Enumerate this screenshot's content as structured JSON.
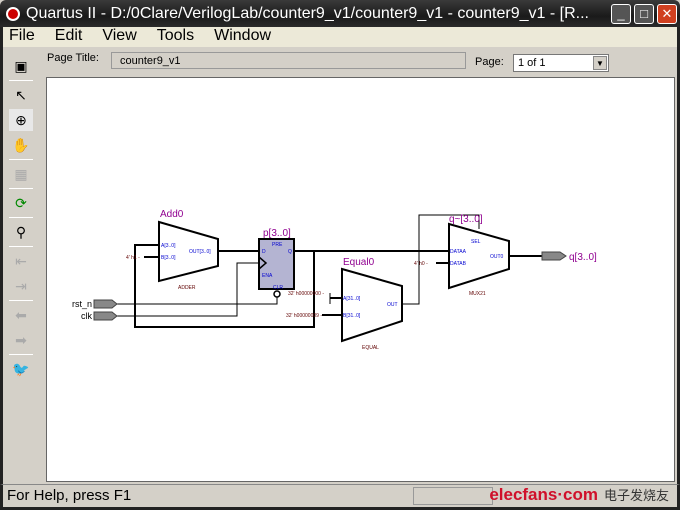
{
  "window": {
    "title": "Quartus II - D:/0Clare/VerilogLab/counter9_v1/counter9_v1 - counter9_v1 - [R...",
    "minimize": "_",
    "maximize": "□",
    "close": "✕"
  },
  "menu": [
    "File",
    "Edit",
    "View",
    "Tools",
    "Window"
  ],
  "toolbar": [
    "viewer-icon",
    "select-pointer-icon",
    "zoom-icon",
    "hand-pan-icon",
    "grid-icon",
    "refresh-icon",
    "binoculars-find-icon",
    "page-back-icon",
    "page-forward-icon",
    "back-icon",
    "forward-icon",
    "parrot-icon"
  ],
  "page": {
    "title_label": "Page Title:",
    "title_value": "counter9_v1",
    "page_label": "Page:",
    "page_value": "1 of 1"
  },
  "schematic": {
    "add0": {
      "name": "Add0",
      "type": "ADDER",
      "a": "A[3..0]",
      "b": "B[3..0]",
      "out": "OUT[3..0]",
      "const": "4' h1 -"
    },
    "reg": {
      "name": "p[3..0]",
      "pre": "PRE",
      "d": "D",
      "q": "Q",
      "ena": "ENA",
      "clr": "CLR"
    },
    "equal0": {
      "name": "Equal0",
      "type": "EQUAL",
      "a": "A[31..0]",
      "b": "B[31..0]",
      "out": "OUT",
      "const_a": "32' h00000000 -",
      "const_b": "32' h00000009 -"
    },
    "mux": {
      "name": "q~[3..0]",
      "type": "MUX21",
      "sel": "SEL",
      "dataa": "DATAA",
      "datab": "DATAB",
      "out": "OUT0",
      "const": "4' h0 -"
    },
    "inputs": [
      "rst_n",
      "clk"
    ],
    "output": "q[3..0]"
  },
  "status": {
    "help": "For Help, press F1",
    "watermark": "elecfans·com",
    "watermark_cn": "电子发烧友"
  }
}
